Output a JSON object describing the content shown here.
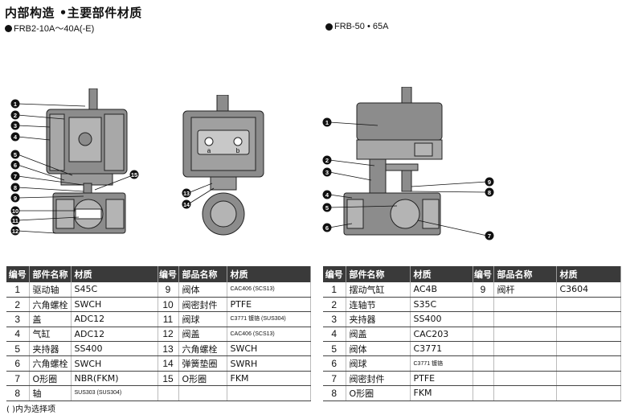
{
  "title": "内部构造 •主要部件材质",
  "left_model": "FRB2-10A～40A(-E)",
  "right_model": "FRB-50 • 65A",
  "header": {
    "no": "编号",
    "name_a": "部品名称",
    "name_b": "部件名称",
    "material": "材质"
  },
  "left_table": {
    "col1": [
      {
        "no": "1",
        "name": "驱动轴",
        "material": "S45C"
      },
      {
        "no": "2",
        "name": "六角螺栓",
        "material": "SWCH"
      },
      {
        "no": "3",
        "name": "盖",
        "material": "ADC12"
      },
      {
        "no": "4",
        "name": "气缸",
        "material": "ADC12"
      },
      {
        "no": "5",
        "name": "夹持器",
        "material": "SS400"
      },
      {
        "no": "6",
        "name": "六角螺栓",
        "material": "SWCH"
      },
      {
        "no": "7",
        "name": "O形圈",
        "material": "NBR(FKM)"
      },
      {
        "no": "8",
        "name": "轴",
        "material": "SUS303 (SUS304)"
      }
    ],
    "col2": [
      {
        "no": "9",
        "name": "阀体",
        "material": "CAC406 (SCS13)"
      },
      {
        "no": "10",
        "name": "阀密封件",
        "material": "PTFE"
      },
      {
        "no": "11",
        "name": "阀球",
        "material": "C3771 镀铬 (SUS304)"
      },
      {
        "no": "12",
        "name": "阀盖",
        "material": "CAC406 (SCS13)"
      },
      {
        "no": "13",
        "name": "六角螺栓",
        "material": "SWCH"
      },
      {
        "no": "14",
        "name": "弹簧垫圈",
        "material": "SWRH"
      },
      {
        "no": "15",
        "name": "O形圈",
        "material": "FKM"
      }
    ]
  },
  "right_table": {
    "col1": [
      {
        "no": "1",
        "name": "摆动气缸",
        "material": "AC4B"
      },
      {
        "no": "2",
        "name": "连轴节",
        "material": "S35C"
      },
      {
        "no": "3",
        "name": "夹持器",
        "material": "SS400"
      },
      {
        "no": "4",
        "name": "阀盖",
        "material": "CAC203"
      },
      {
        "no": "5",
        "name": "阀体",
        "material": "C3771"
      },
      {
        "no": "6",
        "name": "阀球",
        "material": "C3771 镀铬"
      },
      {
        "no": "7",
        "name": "阀密封件",
        "material": "PTFE"
      },
      {
        "no": "8",
        "name": "O形圈",
        "material": "FKM"
      }
    ],
    "col2": [
      {
        "no": "9",
        "name": "阀杆",
        "material": "C3604"
      }
    ]
  },
  "footnote": "(   )内为选择项",
  "diagram_labels": {
    "left_callouts": [
      "1",
      "2",
      "3",
      "4",
      "5",
      "6",
      "7",
      "8",
      "9",
      "10",
      "11",
      "12",
      "15"
    ],
    "middle_callouts": [
      "13",
      "14"
    ],
    "port_a": "a",
    "port_b": "b",
    "right_callouts": [
      "1",
      "2",
      "3",
      "4",
      "5",
      "6",
      "7",
      "8",
      "9"
    ]
  },
  "colors": {
    "body_gray": "#8c8c8c",
    "light_gray": "#b4b4b4",
    "dark": "#3a3a3a",
    "callout": "#111111"
  }
}
